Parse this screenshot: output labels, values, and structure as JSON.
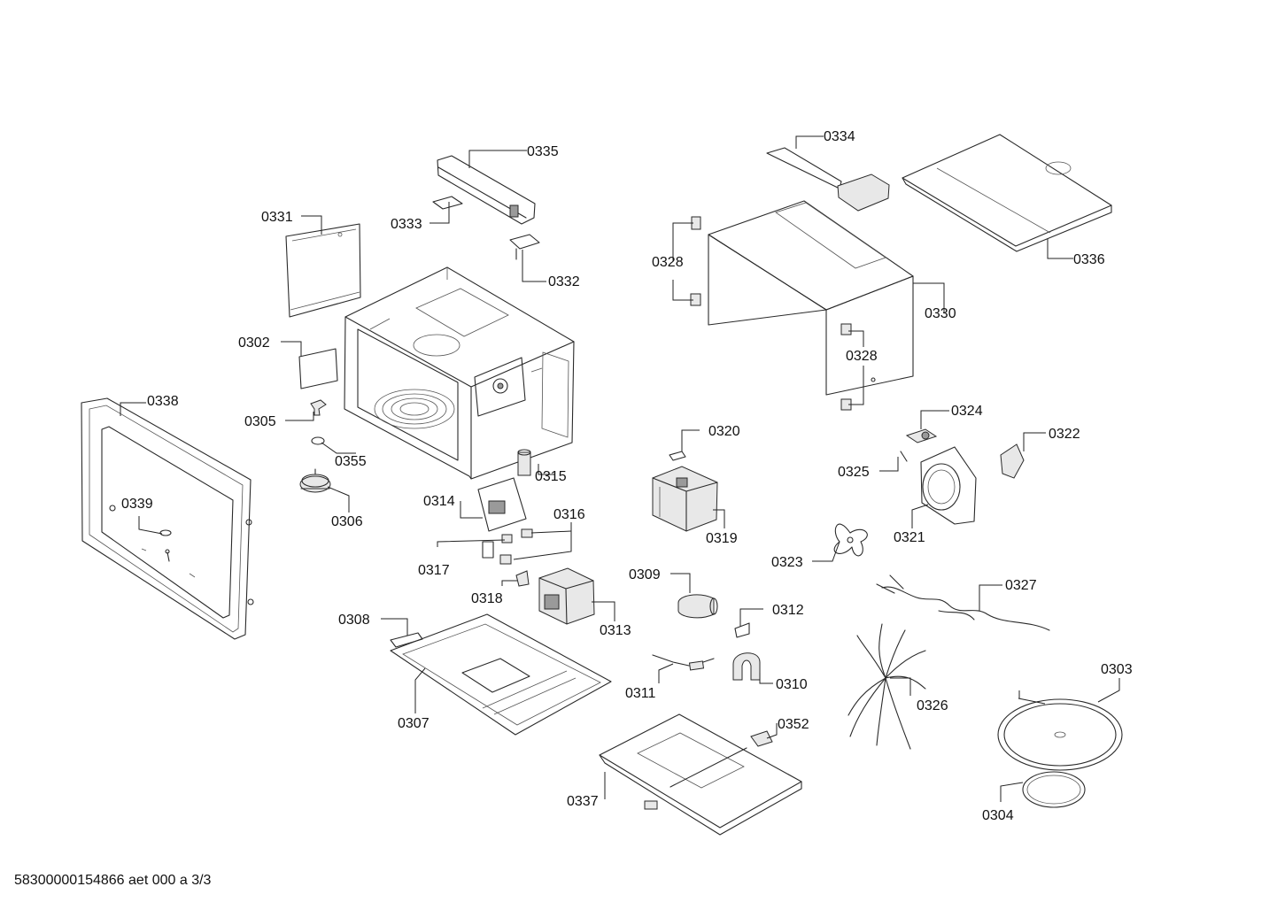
{
  "footer": "58300000154866 aet 000 a 3/3",
  "parts": [
    "0335",
    "0333",
    "0332",
    "0331",
    "0302",
    "0305",
    "0355",
    "0306",
    "0338",
    "0339",
    "0315",
    "0314",
    "0316",
    "0317",
    "0318",
    "0313",
    "0334",
    "0336",
    "0328",
    "0330",
    "0328",
    "0320",
    "0324",
    "0322",
    "0325",
    "0319",
    "0321",
    "0323",
    "0309",
    "0312",
    "0327",
    "0303",
    "0308",
    "0311",
    "0310",
    "0307",
    "0326",
    "0352",
    "0337",
    "0304"
  ]
}
